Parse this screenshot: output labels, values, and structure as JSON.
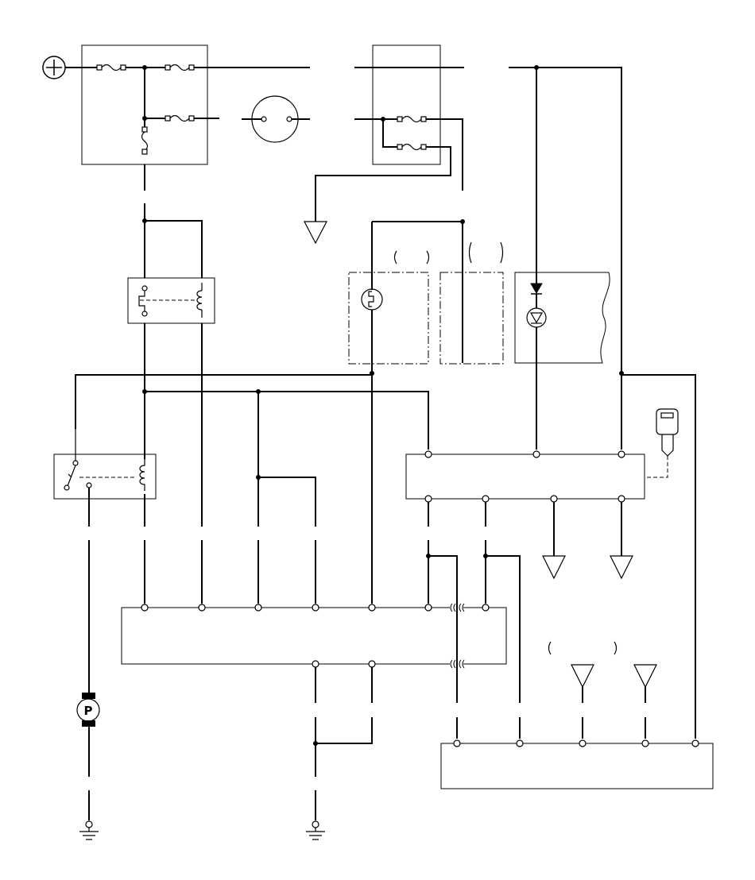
{
  "diagram": {
    "type": "wiring-schematic",
    "line_color": "#000000",
    "background": "#ffffff",
    "symbols": {
      "battery_positive": "⊕",
      "pump_motor_letter": "P"
    },
    "components": [
      "battery",
      "under-hood-fuse-box",
      "fuse",
      "lamp",
      "under-dash-fuse-box",
      "ground",
      "relay",
      "lamp-in-dashed-box",
      "led-indicator",
      "ignition-key",
      "control-unit",
      "fuel-pump-motor",
      "connector"
    ]
  }
}
